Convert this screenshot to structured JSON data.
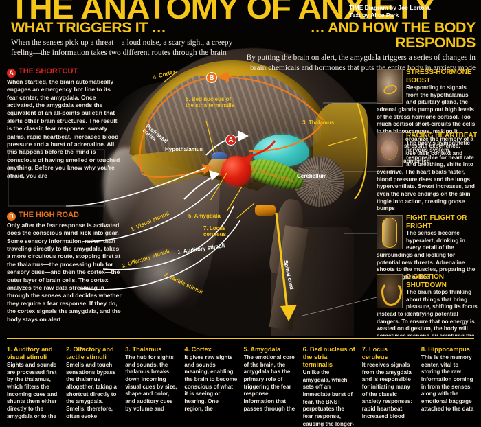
{
  "header": {
    "title": "THE ANATOMY OF ANXIETY",
    "credit_line1": "TIME Diagram by Joe Lertola.",
    "credit_line2": "Text by Alice Park"
  },
  "kicker_left": {
    "head": "WHAT TRIGGERS IT …",
    "body": "When the senses pick up a threat—a loud noise, a scary sight, a creepy feeling—the information takes two different routes through the brain"
  },
  "kicker_right": {
    "head": "… AND HOW THE BODY RESPONDS",
    "body": "By putting the brain on alert, the amygdala triggers a series of changes in brain chemicals and hormones that puts the entire body in anxiety mode"
  },
  "callouts": [
    {
      "badge": "A",
      "badge_color": "#d8261c",
      "title": "THE SHORTCUT",
      "title_color": "#d8261c",
      "body": "When startled, the brain automatically engages an emergency hot line to its fear center, the amygdala. Once activated, the amygdala sends the equivalent of an all-points bulletin that alerts other brain structures. The result is the classic fear response: sweaty palms, rapid heartbeat, increased blood pressure and a burst of adrenaline. All this happens before the mind is conscious of having smelled or touched anything. Before you know why you're afraid, you are"
    },
    {
      "badge": "B",
      "badge_color": "#e8731a",
      "title": "THE HIGH ROAD",
      "title_color": "#e8731a",
      "body": "Only after the fear response is activated does the conscious mind kick into gear. Some sensory information, rather than traveling directly to the amygdala, takes a more circuitous route, stopping first at the thalamus—the processing hub for sensory cues—and then the cortex—the outer layer of brain cells. The cortex analyzes the raw data streaming in through the senses and decides whether they require a fear response. If they do, the cortex signals the amygdala, and the body stays on alert"
    }
  ],
  "responses": [
    {
      "head": "STRESS-HORMONE BOOST",
      "thumb": "brain-thumbnail",
      "body": "Responding to signals from the hypothalamus and pituitary gland, the adrenal glands pump out high levels of the stress hormone cortisol. Too much cortisol short-circuits the cells in the hippocampus, making it difficult to organize the memory of a trauma or stressful experience. Memories lose their context and become fragmented"
    },
    {
      "head": "RACING HEARTBEAT",
      "thumb": "heart-thumbnail",
      "body": "The body's sympathetic nervous system, responsible for heart rate and breathing, shifts into overdrive. The heart beats faster, blood pressure rises and the lungs hyperventilate. Sweat increases, and even the nerve endings on the skin tingle into action, creating goose bumps"
    },
    {
      "head": "FIGHT, FLIGHT OR FRIGHT",
      "thumb": "muscle-thumbnail",
      "body": "The senses become hyperalert, drinking in every detail of the surroundings and looking for potential new threats. Adrenaline shoots to the muscles, preparing the body to fight or flee"
    },
    {
      "head": "DIGESTION SHUTDOWN",
      "thumb": "stomach-thumbnail",
      "body": "The brain stops thinking about things that bring pleasure, shifting its focus instead to identifying potential dangers. To ensure that no energy is wasted on digestion, the body will sometimes respond by emptying the digestive tract through involuntary vomiting, urination or defecation"
    }
  ],
  "bottom_columns": [
    {
      "title": "1. Auditory and visual stimuli",
      "body": "Sights and sounds are processed first by the thalamus, which filters the incoming cues and shunts them either directly to the amygdala or to the appropriate parts of"
    },
    {
      "title": "2. Olfactory and tactile stimuli",
      "body": "Smells and touch sensations bypass the thalamus altogether, taking a shortcut directly to the amygdala. Smells, therefore, often evoke stronger memories or feelings"
    },
    {
      "title": "3. Thalamus",
      "body": "The hub for sights and sounds, the thalamus breaks down incoming visual cues by size, shape and color, and auditory cues by volume and dissonance, and then signals the"
    },
    {
      "title": "4. Cortex",
      "body": "It gives raw sights and sounds meaning, enabling the brain to become conscious of what it is seeing or hearing. One region, the prefrontal cortex, may be vital to turning off the anxiety response"
    },
    {
      "title": "5. Amygdala",
      "body": "The emotional core of the brain, the amygdala has the primary role of triggering the fear response. Information that passes through the amygdala is tagged with emotional"
    },
    {
      "title": "6. Bed nucleus of the stria terminalis",
      "body": "Unlike the amygdala, which sets off an immediate burst of fear, the BNST perpetuates the fear response, causing the longer-term unease typical of"
    },
    {
      "title": "7. Locus ceruleus",
      "body": "It receives signals from the amygdala and is responsible for initiating many of the classic anxiety responses: rapid heartbeat, increased blood pressure, sweating and pupil dilation"
    },
    {
      "title": "8. Hippocampus",
      "body": "This is the memory center, vital to storing the raw information coming in from the senses, along with the emotional baggage attached to the data during their trip through the"
    }
  ],
  "diagram_labels": {
    "cortex": "4. Cortex",
    "bnst": "6. Bed nucleus of the stria terminalis",
    "thalamus": "3. Thalamus",
    "hypothalamus": "Hypothalamus",
    "prefrontal": "Prefrontal cortex",
    "hippocampus": "8. Hippocampus",
    "cerebellum": "Cerebellum",
    "amygdala": "5. Amygdala",
    "locus": "7. Locus ceruleus",
    "visual": "1. Visual stimuli",
    "olfactory": "2. Olfactory stimuli",
    "auditory": "1. Auditory stimuli",
    "tactile": "2. Tactile stimuli",
    "spinal": "Spinal cord",
    "marker_a": "A",
    "marker_b": "B"
  },
  "colors": {
    "accent_yellow": "#f5c518",
    "marker_a": "#d8261c",
    "marker_b": "#e8731a",
    "background": "#000000"
  }
}
